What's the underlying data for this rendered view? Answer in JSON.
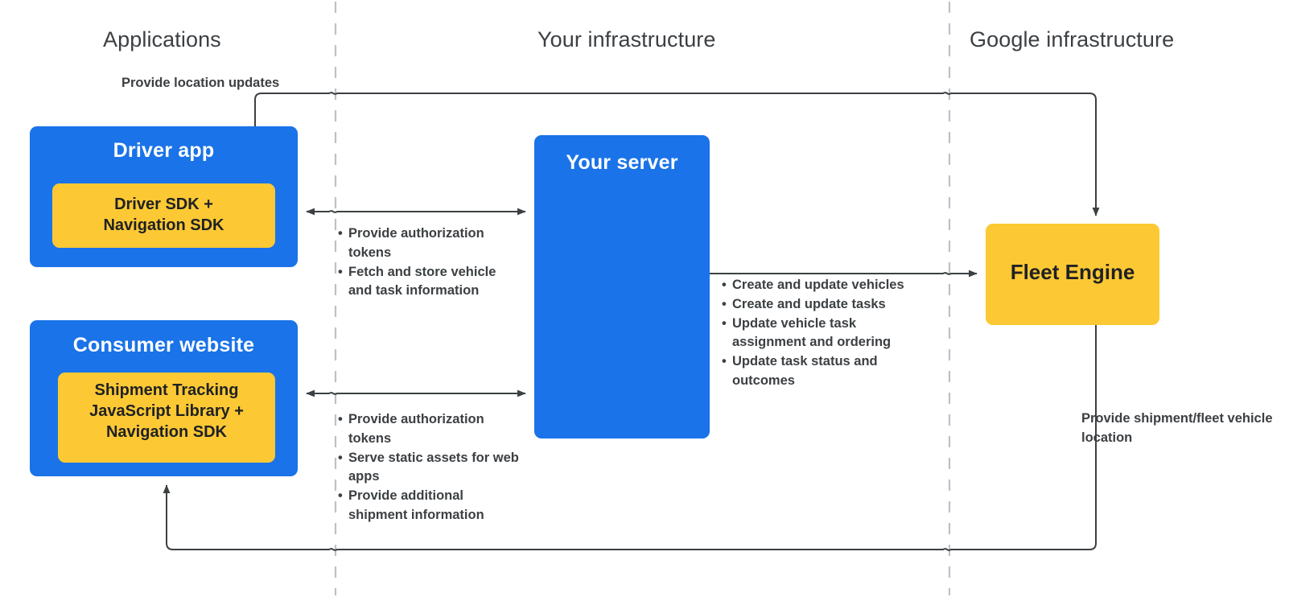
{
  "zones": [
    {
      "id": "applications",
      "label": "Applications"
    },
    {
      "id": "your_infrastructure",
      "label": "Your infrastructure"
    },
    {
      "id": "google_infrastructure",
      "label": "Google infrastructure"
    }
  ],
  "nodes": {
    "driver_app": {
      "title": "Driver app",
      "inner": "Driver SDK +\nNavigation SDK"
    },
    "consumer_website": {
      "title": "Consumer website",
      "inner": "Shipment Tracking\nJavaScript Library  +\nNavigation SDK"
    },
    "your_server": {
      "title": "Your server"
    },
    "fleet_engine": {
      "label": "Fleet Engine"
    }
  },
  "annotations": {
    "location_updates": "Provide location updates",
    "shipment_fleet_location": "Provide shipment/fleet vehicle location"
  },
  "flows": {
    "driver_app_server": [
      "Provide authorization tokens",
      "Fetch and store vehicle and task information"
    ],
    "consumer_website_server": [
      "Provide authorization tokens",
      "Serve static assets for web apps",
      "Provide additional shipment information"
    ],
    "server_fleet_engine": [
      "Create and update vehicles",
      "Create and update tasks",
      "Update vehicle task assignment and ordering",
      "Update task status and outcomes"
    ]
  },
  "colors": {
    "blue": "#1a73e8",
    "amber": "#fcc934",
    "text_dark": "#3c4043",
    "wire": "#3c4043",
    "divider": "#bdc1c6"
  }
}
